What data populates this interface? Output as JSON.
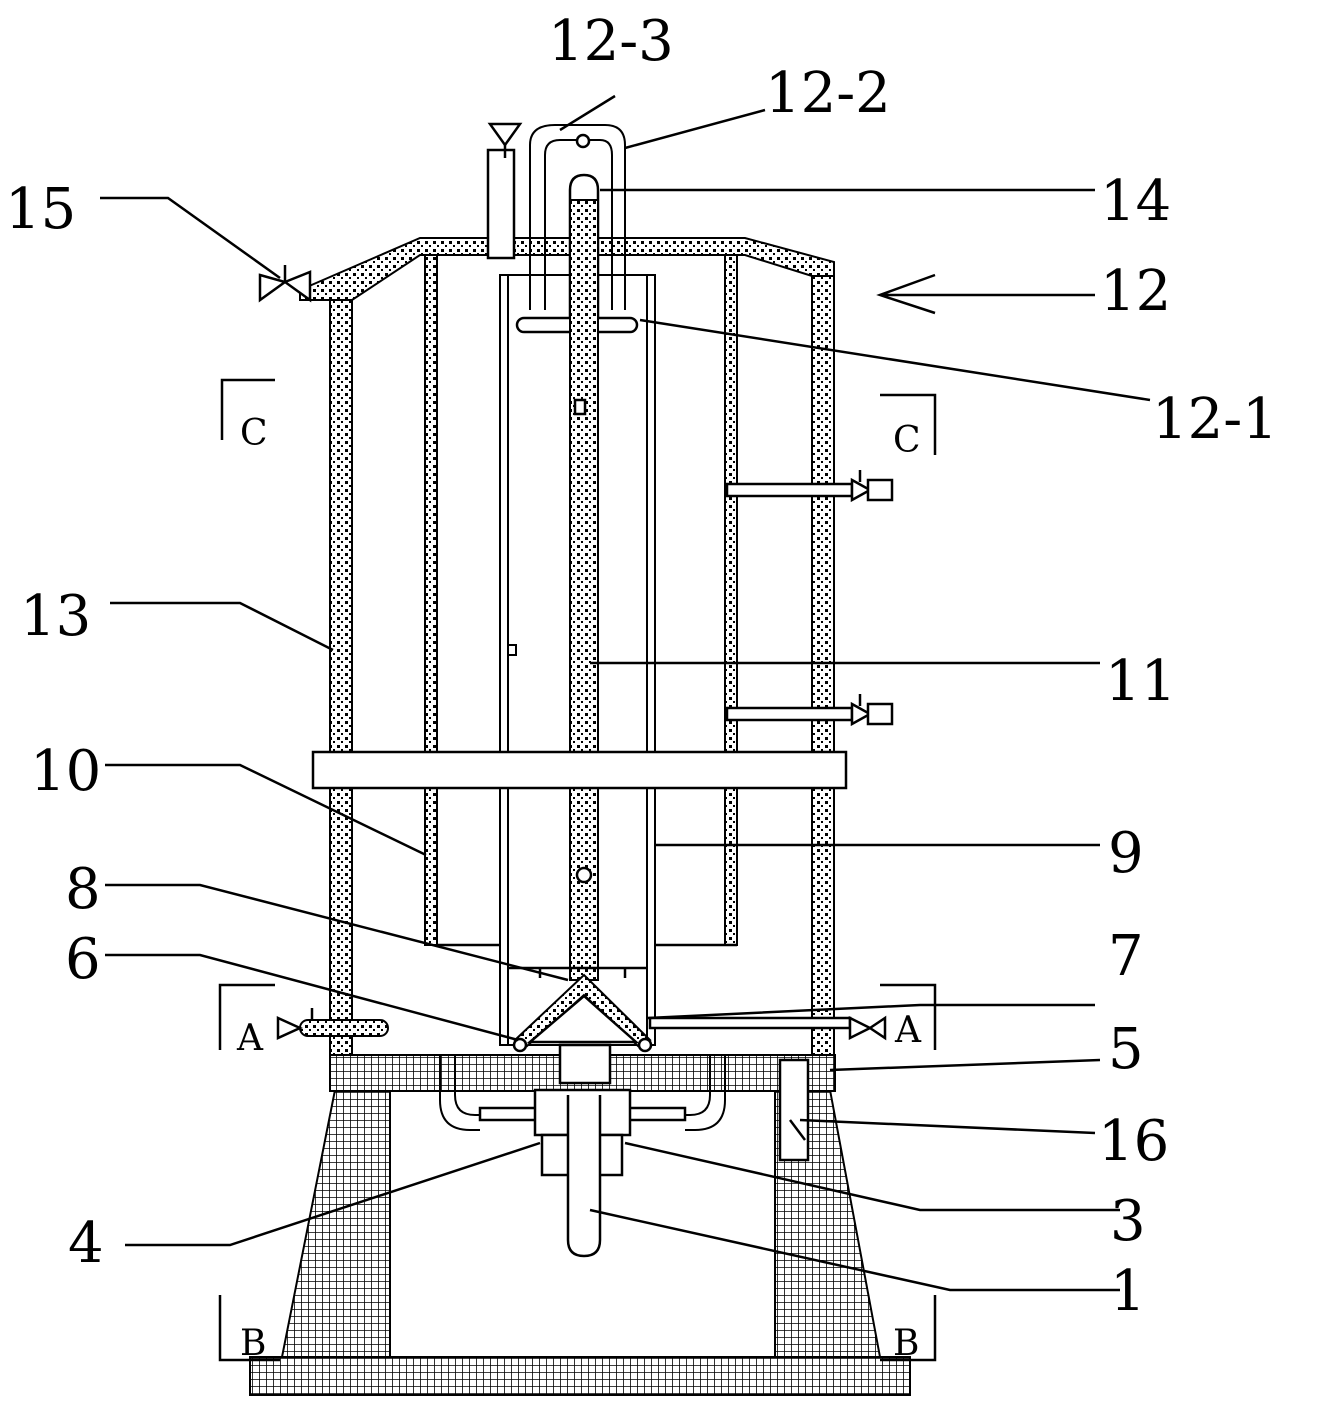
{
  "labels": {
    "l15": "15",
    "l12_3": "12-3",
    "l12_2": "12-2",
    "l14": "14",
    "l12": "12",
    "l12_1": "12-1",
    "l13": "13",
    "l11": "11",
    "l10": "10",
    "l9": "9",
    "l8": "8",
    "l7": "7",
    "l6": "6",
    "l5": "5",
    "l16": "16",
    "l4": "4",
    "l3": "3",
    "l1": "1"
  },
  "sections": {
    "c_left": "C",
    "c_right": "C",
    "a_left": "A",
    "a_right": "A",
    "b_left": "B",
    "b_right": "B"
  },
  "colors": {
    "line": "#000000",
    "background": "#ffffff"
  }
}
